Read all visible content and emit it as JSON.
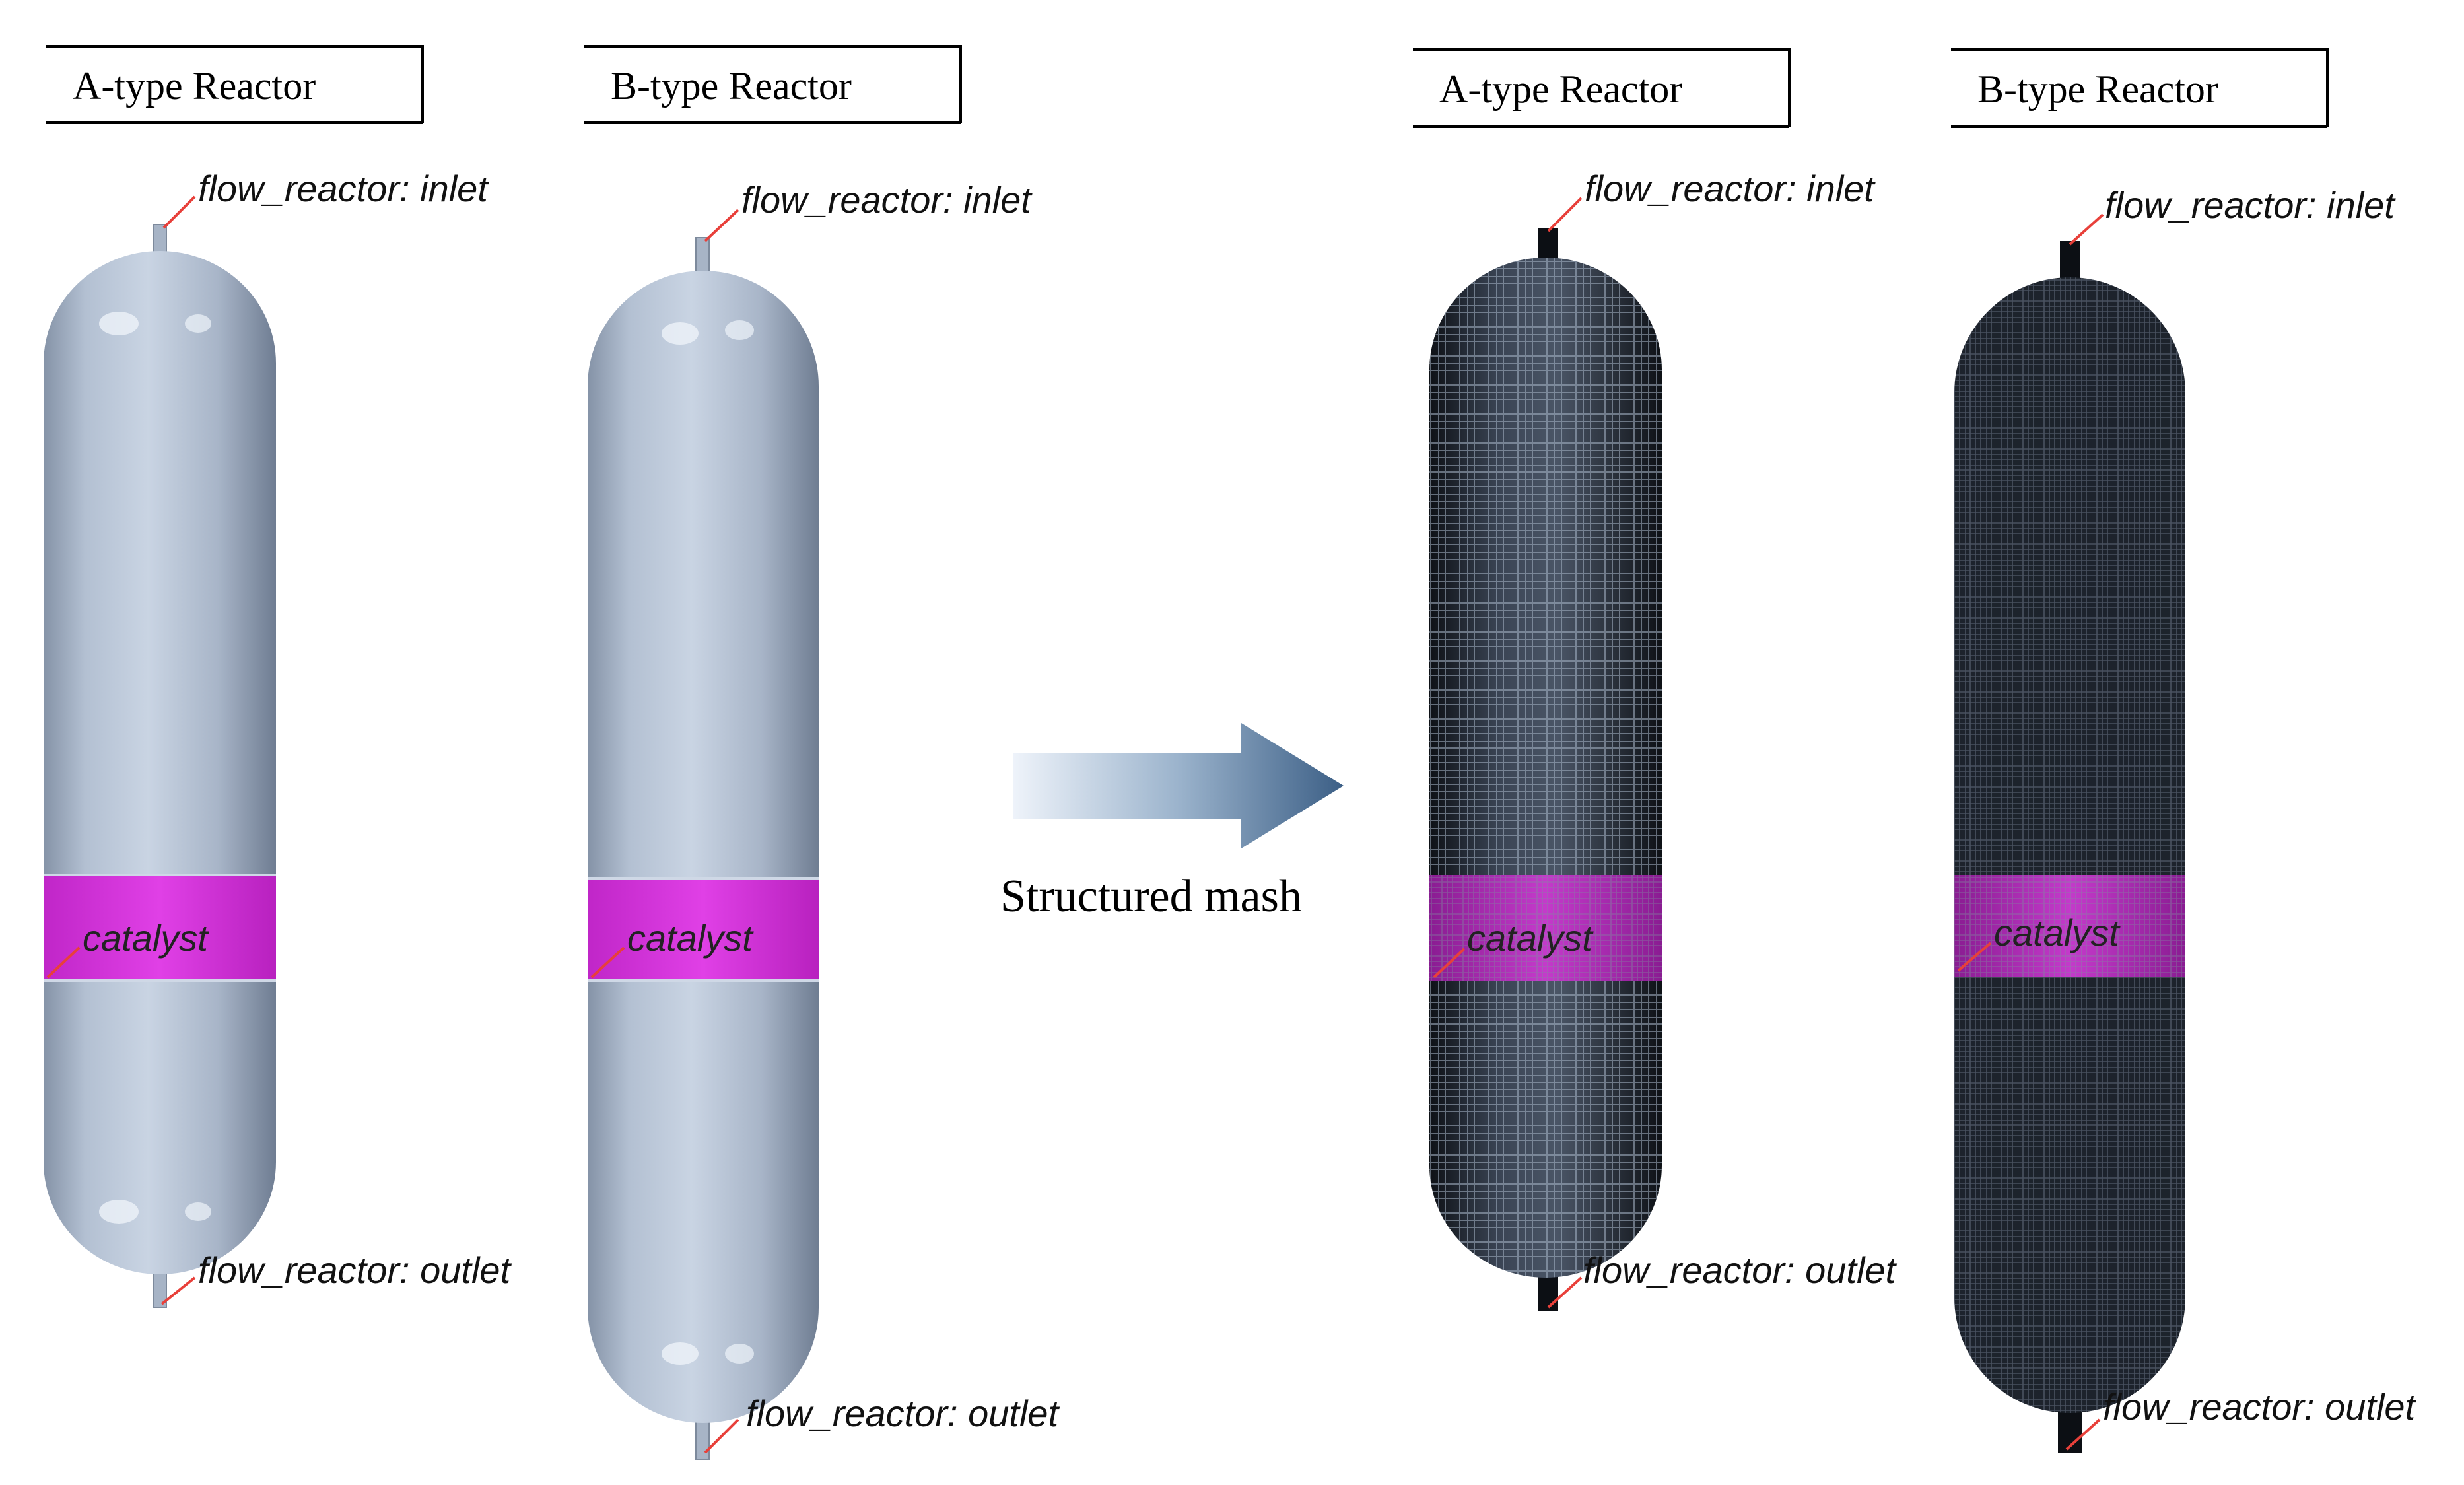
{
  "panels": {
    "geometry_a": {
      "title": "A-type Reactor",
      "inlet_label": "flow_reactor: inlet",
      "outlet_label": "flow_reactor: outlet",
      "catalyst_label": "catalyst"
    },
    "geometry_b": {
      "title": "B-type Reactor",
      "inlet_label": "flow_reactor: inlet",
      "outlet_label": "flow_reactor: outlet",
      "catalyst_label": "catalyst"
    },
    "mesh_a": {
      "title": "A-type Reactor",
      "inlet_label": "flow_reactor: inlet",
      "outlet_label": "flow_reactor: outlet",
      "catalyst_label": "catalyst"
    },
    "mesh_b": {
      "title": "B-type Reactor",
      "inlet_label": "flow_reactor: inlet",
      "outlet_label": "flow_reactor: outlet",
      "catalyst_label": "catalyst"
    }
  },
  "arrow": {
    "label": "Structured mash"
  },
  "colors": {
    "vessel_body": "#b9c6d8",
    "catalyst": "#e03ae0",
    "mesh_dark": "#2b3340",
    "leader_line": "#e8403a"
  }
}
